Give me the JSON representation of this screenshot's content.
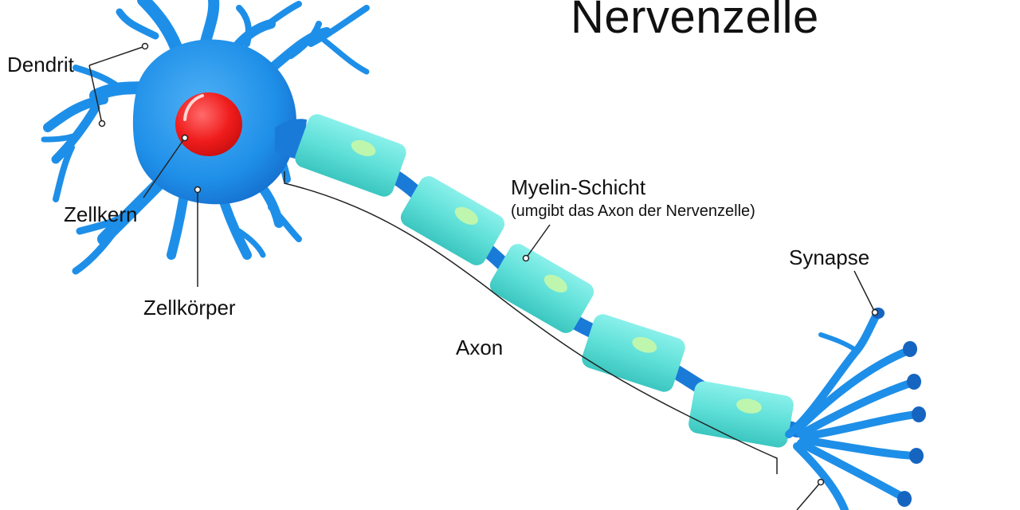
{
  "title": "Nervenzelle",
  "labels": {
    "dendrit": "Dendrit",
    "zellkern": "Zellkern",
    "zellkoerper": "Zellkörper",
    "myelin": "Myelin-Schicht",
    "myelin_note": "(umgibt das Axon der Nervenzelle)",
    "axon": "Axon",
    "synapse": "Synapse"
  },
  "colors": {
    "neuron": "#1e8fe8",
    "neuron_dark": "#1565c0",
    "myelin": "#5fe0d8",
    "nucleus": "#f01c1c",
    "line": "#222222"
  }
}
